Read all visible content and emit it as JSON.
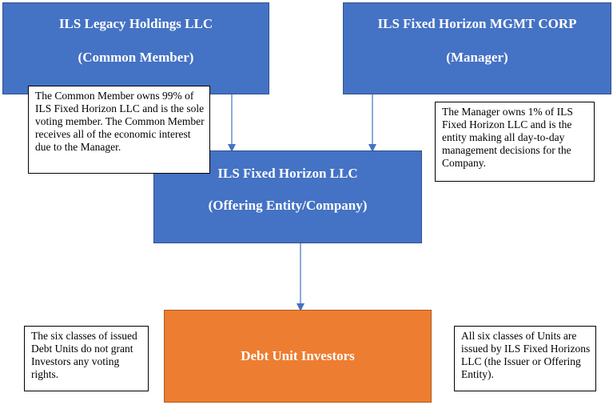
{
  "colors": {
    "entity_fill": "#4472C4",
    "entity_border": "#2F528F",
    "investor_fill": "#ED7D31",
    "investor_border": "#AE5A21",
    "connector": "#4472C4"
  },
  "nodes": {
    "common_member": {
      "line1": "ILS Legacy Holdings LLC",
      "line2": "(Common Member)"
    },
    "manager": {
      "line1": "ILS Fixed Horizon MGMT CORP",
      "line2": "(Manager)"
    },
    "company": {
      "line1": "ILS Fixed Horizon LLC",
      "line2": "(Offering Entity/Company)"
    },
    "investors": {
      "line1": "Debt Unit Investors"
    }
  },
  "notes": {
    "common_member": "The Common Member owns 99% of ILS Fixed Horizon LLC and is the sole voting member. The Common Member receives all of the economic interest due to the Manager.",
    "manager": "The Manager owns 1% of ILS Fixed Horizon LLC and is the entity making all day-to-day management decisions for the Company.",
    "voting": "The six classes of issued Debt Units do not grant Investors any voting rights.",
    "issuance": "All six classes of Units are issued by ILS Fixed Horizons LLC (the Issuer or Offering Entity)."
  },
  "edges": [
    {
      "from": "common_member",
      "to": "company"
    },
    {
      "from": "manager",
      "to": "company"
    },
    {
      "from": "company",
      "to": "investors"
    }
  ]
}
